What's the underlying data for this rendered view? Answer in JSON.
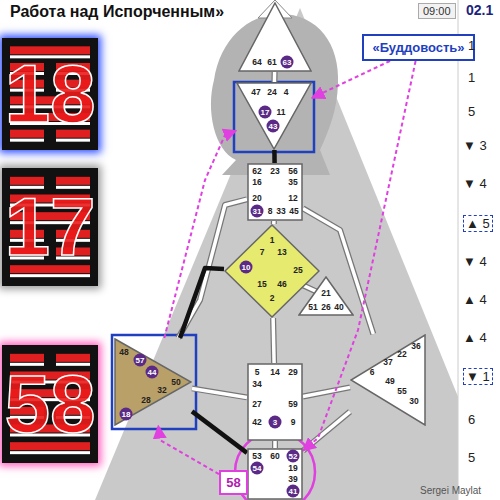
{
  "diagram": {
    "title": "Работа над Испорченным»",
    "nodes": [
      {
        "text": [
          "18"
        ]
      },
      {
        "text": [
          "17"
        ]
      },
      {
        "text": [
          "58"
        ]
      },
      {
        "text": [
          "64",
          "61",
          "63"
        ]
      },
      {
        "text": [
          "47",
          "24",
          "4",
          "17",
          "11",
          "43"
        ]
      },
      {
        "text": [
          "62",
          "23",
          "56",
          "16",
          "35",
          "20",
          "12",
          "31",
          "8",
          "33",
          "45"
        ]
      },
      {
        "text": [
          "1",
          "7",
          "13",
          "10",
          "25",
          "15",
          "46",
          "2"
        ]
      },
      {
        "text": [
          "21",
          "51",
          "26",
          "40"
        ]
      },
      {
        "text": [
          "48",
          "57",
          "44",
          "50",
          "32",
          "28",
          "18"
        ]
      },
      {
        "text": [
          "5",
          "14",
          "29",
          "34",
          "27",
          "59",
          "42",
          "3",
          "9"
        ]
      },
      {
        "text": [
          "36",
          "22",
          "37",
          "6",
          "49",
          "55",
          "30"
        ]
      },
      {
        "text": [
          "53",
          "60",
          "52",
          "54",
          "19",
          "39",
          "41"
        ]
      },
      {
        "text": [
          "«Буддовость»"
        ]
      },
      {
        "text": [
          "58"
        ]
      }
    ],
    "edges": [
      {
        "from": 3,
        "to": 4,
        "arrow": "none"
      },
      {
        "from": 4,
        "to": 5,
        "arrow": "none"
      },
      {
        "from": 5,
        "to": 6,
        "arrow": "none"
      },
      {
        "from": 6,
        "to": 9,
        "arrow": "none"
      },
      {
        "from": 9,
        "to": 11,
        "arrow": "none"
      },
      {
        "from": 8,
        "to": 11,
        "arrow": "none"
      },
      {
        "from": 8,
        "to": 5,
        "arrow": "none"
      },
      {
        "from": 6,
        "to": 8,
        "arrow": "none"
      },
      {
        "from": 8,
        "to": 9,
        "arrow": "none"
      },
      {
        "from": 11,
        "to": 10,
        "arrow": "none"
      },
      {
        "from": 9,
        "to": 10,
        "arrow": "none"
      },
      {
        "from": 5,
        "to": 10,
        "arrow": "none"
      },
      {
        "from": 7,
        "to": 6,
        "arrow": "none"
      },
      {
        "from": 13,
        "to": 8,
        "arrow": "to"
      },
      {
        "from": 8,
        "to": 4,
        "arrow": "to"
      },
      {
        "from": 12,
        "to": 4,
        "arrow": "to"
      },
      {
        "from": 12,
        "to": 11,
        "arrow": "to"
      }
    ],
    "labels": [
      "09:00",
      "02.1",
      "1",
      "1",
      "5",
      "▼ 3",
      "▼ 4",
      "▲ 5",
      "▼ 4",
      "▲ 4",
      "▲ 4",
      "▼ 1",
      "6",
      "5",
      "Sergei Maylat"
    ]
  }
}
